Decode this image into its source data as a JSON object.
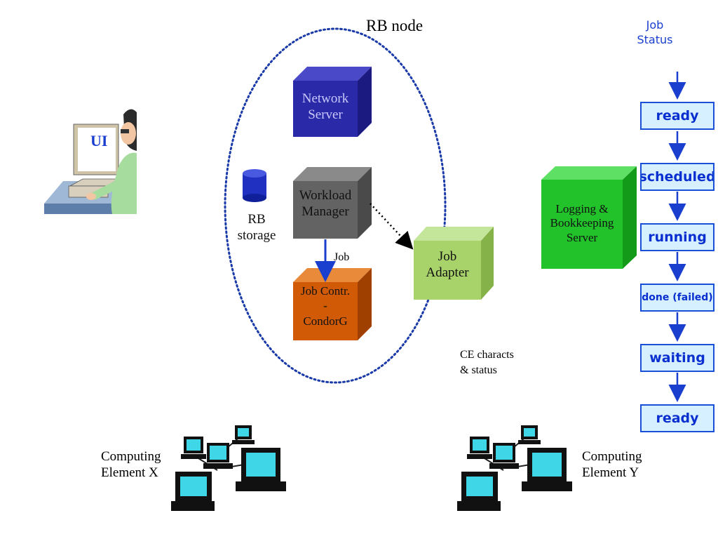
{
  "rb_node": {
    "title": "RB node"
  },
  "components": {
    "network_server": {
      "line1": "Network",
      "line2": "Server",
      "color": "#2a2aa8"
    },
    "workload_manager": {
      "line1": "Workload",
      "line2": "Manager",
      "color": "#636363"
    },
    "job_controller": {
      "line1": "Job Contr.",
      "line2": "-",
      "line3": "CondorG",
      "color": "#d15a06"
    },
    "job_adapter": {
      "line1": "Job",
      "line2": "Adapter",
      "color": "#a8d26a"
    },
    "logging_server": {
      "line1": "Logging &",
      "line2": "Bookkeeping",
      "line3": "Server",
      "color": "#22c32a"
    }
  },
  "rb_storage": {
    "line1": "RB",
    "line2": "storage"
  },
  "ui": {
    "label": "UI"
  },
  "arrows": {
    "job_label": "Job"
  },
  "ce_info": {
    "line1": "CE characts",
    "line2": "& status"
  },
  "computing_elements": {
    "x": {
      "line1": "Computing",
      "line2": "Element X"
    },
    "y": {
      "line1": "Computing",
      "line2": "Element Y"
    }
  },
  "job_status": {
    "header_line1": "Job",
    "header_line2": "Status",
    "states": [
      "ready",
      "scheduled",
      "running",
      "done (failed)",
      "waiting",
      "ready"
    ]
  }
}
